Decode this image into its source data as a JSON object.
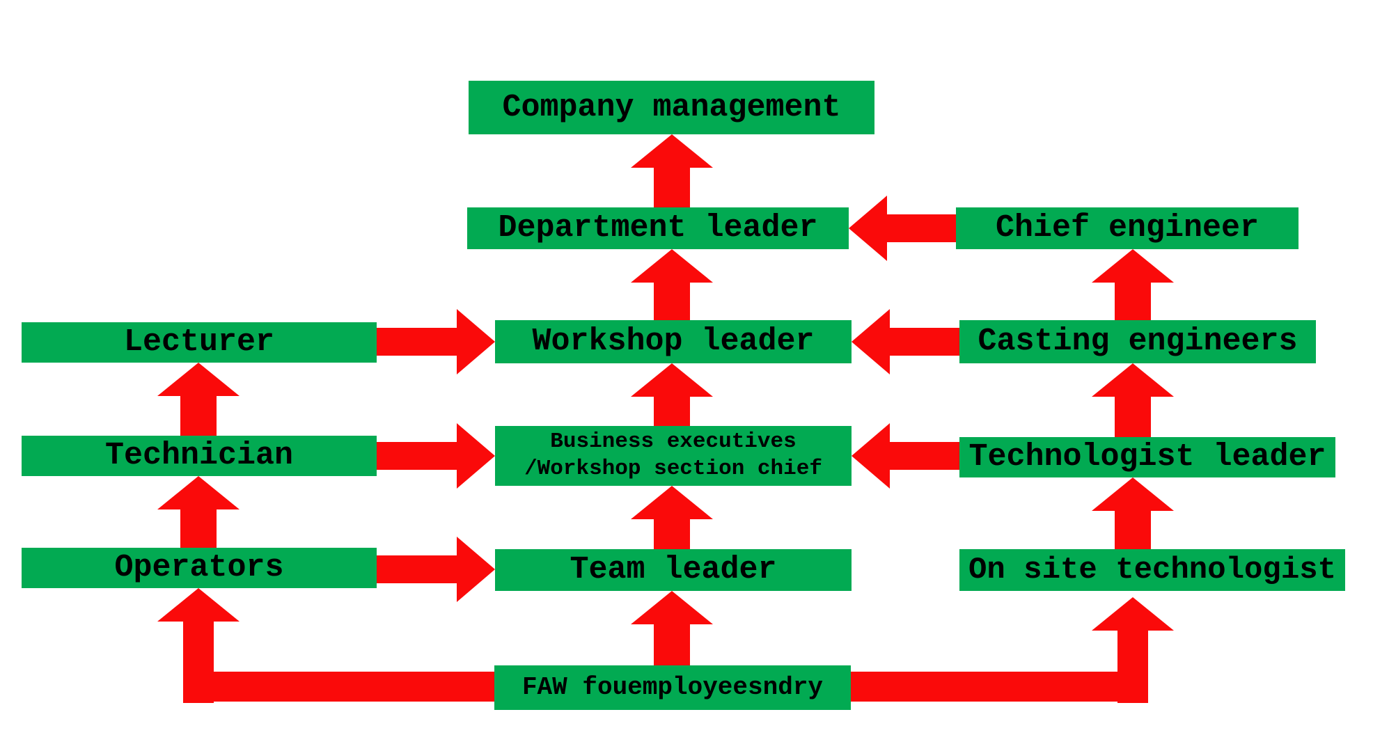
{
  "diagram": {
    "colors": {
      "box": "#02aa52",
      "arrow": "#fa0a0a",
      "text": "#000000",
      "background": "#ffffff"
    },
    "nodes": {
      "company_management": {
        "label": "Company management"
      },
      "department_leader": {
        "label": "Department leader"
      },
      "chief_engineer": {
        "label": "Chief engineer"
      },
      "lecturer": {
        "label": "Lecturer"
      },
      "workshop_leader": {
        "label": "Workshop leader"
      },
      "casting_engineers": {
        "label": "Casting engineers"
      },
      "technician": {
        "label": "Technician"
      },
      "business_executives": {
        "label": "Business executives",
        "label_line2": "/Workshop section chief"
      },
      "technologist_leader": {
        "label": "Technologist leader"
      },
      "operators": {
        "label": "Operators"
      },
      "team_leader": {
        "label": "Team leader"
      },
      "on_site_technologist": {
        "label": "On site technologist"
      },
      "faw_foundry": {
        "label": "FAW fouemployeesndry"
      }
    },
    "edges": [
      {
        "from": "department_leader",
        "to": "company_management"
      },
      {
        "from": "workshop_leader",
        "to": "department_leader"
      },
      {
        "from": "business_executives",
        "to": "workshop_leader"
      },
      {
        "from": "team_leader",
        "to": "business_executives"
      },
      {
        "from": "faw_foundry",
        "to": "team_leader"
      },
      {
        "from": "technician",
        "to": "lecturer"
      },
      {
        "from": "operators",
        "to": "technician"
      },
      {
        "from": "faw_foundry",
        "to": "operators"
      },
      {
        "from": "casting_engineers",
        "to": "chief_engineer"
      },
      {
        "from": "technologist_leader",
        "to": "casting_engineers"
      },
      {
        "from": "on_site_technologist",
        "to": "technologist_leader"
      },
      {
        "from": "faw_foundry",
        "to": "on_site_technologist"
      },
      {
        "from": "lecturer",
        "to": "workshop_leader"
      },
      {
        "from": "technician",
        "to": "business_executives"
      },
      {
        "from": "operators",
        "to": "team_leader"
      },
      {
        "from": "chief_engineer",
        "to": "department_leader"
      },
      {
        "from": "casting_engineers",
        "to": "workshop_leader"
      },
      {
        "from": "technologist_leader",
        "to": "business_executives"
      }
    ]
  }
}
